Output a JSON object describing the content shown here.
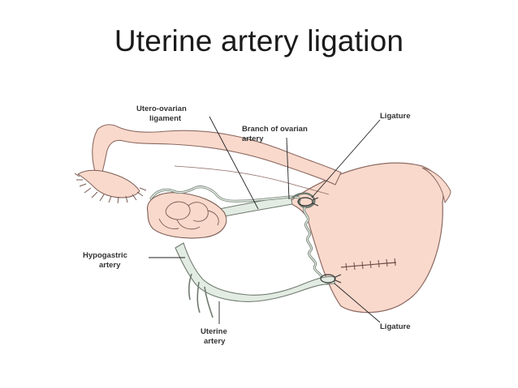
{
  "title": "Uterine artery ligation",
  "labels": {
    "utero_ovarian_1": "Utero-ovarian",
    "utero_ovarian_2": "ligament",
    "branch_ovarian_1": "Branch of ovarian",
    "branch_ovarian_2": "artery",
    "ligature_top": "Ligature",
    "hypogastric_1": "Hypogastric",
    "hypogastric_2": "artery",
    "uterine_1": "Uterine",
    "uterine_2": "artery",
    "ligature_bottom": "Ligature"
  },
  "colors": {
    "tissue_fill": "#f9d9cc",
    "tissue_stroke": "#8c6a62",
    "vessel_fill": "#e3ece3",
    "vessel_stroke": "#6f7a6f",
    "leader_line": "#222222"
  }
}
